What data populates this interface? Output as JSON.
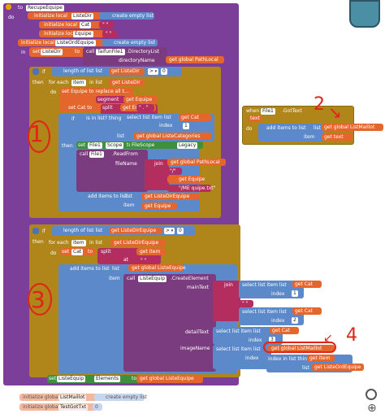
{
  "colors": {
    "procedure": "#7b3f99",
    "variable": "#e4662c",
    "control": "#b08519",
    "list": "#5c89c9",
    "text": "#b32d5e",
    "component": "#3e8f3f",
    "component_dark": "#7a3c7e",
    "annotation": "#e0231b"
  },
  "procedure": {
    "to": "to",
    "name": "RecupeEquipe",
    "do": "do"
  },
  "init_locals": [
    {
      "label": "initialize local",
      "name": "ListeDir",
      "to": "to",
      "value": "create empty list"
    },
    {
      "label": "initialize local",
      "name": "Cat",
      "to": "to",
      "value": "\" \""
    },
    {
      "label": "initialize local",
      "name": "Equipe",
      "to": "to",
      "value": "\" \""
    },
    {
      "label": "initialize local",
      "name": "ListeOrdEquipe",
      "to": "to",
      "value": "create empty list"
    }
  ],
  "in_label": "in",
  "set_listedir": {
    "set": "set",
    "var": "ListeDir",
    "to": "to",
    "call": "call",
    "component": "TaifunFile1",
    "method": ".DirectoryList",
    "param": "directoryName",
    "get": "get global PathLocal"
  },
  "if1": {
    "if": "if",
    "then": "then",
    "length_label": "length of list list",
    "get_list": "get ListeDir",
    "op": ">",
    "value": "0"
  },
  "foreach1": {
    "label": "for each",
    "item": "item",
    "in_list": "in list",
    "get_list": "get ListeDir",
    "do": "do"
  },
  "set_equipe": {
    "label": "set Equipe to replace all t...",
    "text": "segment",
    "get": "get Equipe",
    "set_cat": "set Cat to",
    "split": "split",
    "split_get": "get Equipe",
    "at": "at",
    "at_value": "\" . \""
  },
  "if2": {
    "if": "if",
    "is_in_list": "is in list? thing",
    "select": "select list item list",
    "get_cat": "get Cat",
    "index": "index",
    "index_value": "1",
    "list_label": "list",
    "list_get": "get global ListeCategories",
    "then": "then"
  },
  "set_scope": {
    "set": "set",
    "component": "File1",
    "prop": "Scope",
    "to": "to",
    "value": "FileScope",
    "value2": "Legacy"
  },
  "readfrom": {
    "call": "call",
    "component": "File1",
    "method": ".ReadFrom",
    "param": "fileName",
    "join": "join",
    "get1": "get global PathLocal",
    "slash": "\"/\"",
    "get2": "get Equipe",
    "suffix": "\"/ME quipe.txt\""
  },
  "add_items1": {
    "label": "add items to list",
    "list_label": "list",
    "get_list": "get ListeDirEquipe",
    "item_label": "item",
    "get_item": "get Equipe"
  },
  "if3": {
    "if": "if",
    "then": "then",
    "length_label": "length of list list",
    "get_list": "get ListeDirEquipe",
    "op": ">",
    "value": "0"
  },
  "foreach2": {
    "label": "for each",
    "item": "item",
    "in_list": "in list",
    "get_list": "get ListeDirEquipe",
    "do": "do"
  },
  "set_cat2": {
    "set": "set",
    "var": "Cat",
    "to": "to",
    "split": "split",
    "get": "get item",
    "at": "at",
    "at_value": "\" \""
  },
  "add_items2": {
    "label": "add items to list",
    "list_label": "list",
    "get_list": "get global ListeEquipe",
    "item_label": "item",
    "call": "call",
    "component": "ListeEquip",
    "method": ".CreateElement"
  },
  "create_element": {
    "main_text": "mainText",
    "join": "join",
    "select1": "select list item list",
    "get_cat1": "get Cat",
    "index1": "index",
    "index1_value": "1",
    "select2": "select list item list",
    "get_cat2": "get Cat",
    "index2": "index",
    "index2_value": "2",
    "detail_text": "detailText",
    "select3": "select list item list",
    "get_cat3": "get Cat",
    "index3": "index",
    "index3_value": "3",
    "image_name": "imageName",
    "select4": "select list item list",
    "get_mail": "get global ListMaillot",
    "index4": "index",
    "index_in_list": "index in list thing",
    "get_item": "get item",
    "list_label": "list",
    "get_list": "get ListeOrdEquipe"
  },
  "set_elements": {
    "set": "set",
    "component": "ListeEquip",
    "prop": "Elements",
    "to": "to",
    "get": "get global ListeEquipe"
  },
  "globals": [
    {
      "label": "initialize global",
      "name": "ListMaillot",
      "to": "to",
      "value": "create empty list"
    },
    {
      "label": "initialize global",
      "name": "TestGotTxt",
      "to": "to",
      "value": "0"
    }
  ],
  "event": {
    "when": "when",
    "component": "File1",
    "event": ".GotText",
    "param": "text",
    "do": "do",
    "add": "add items to list",
    "list_label": "list",
    "get_list": "get global ListMaillot",
    "item_label": "item",
    "get_item": "get text"
  },
  "annotations": {
    "one": "1",
    "two": "2",
    "three": "3",
    "four": "4"
  }
}
